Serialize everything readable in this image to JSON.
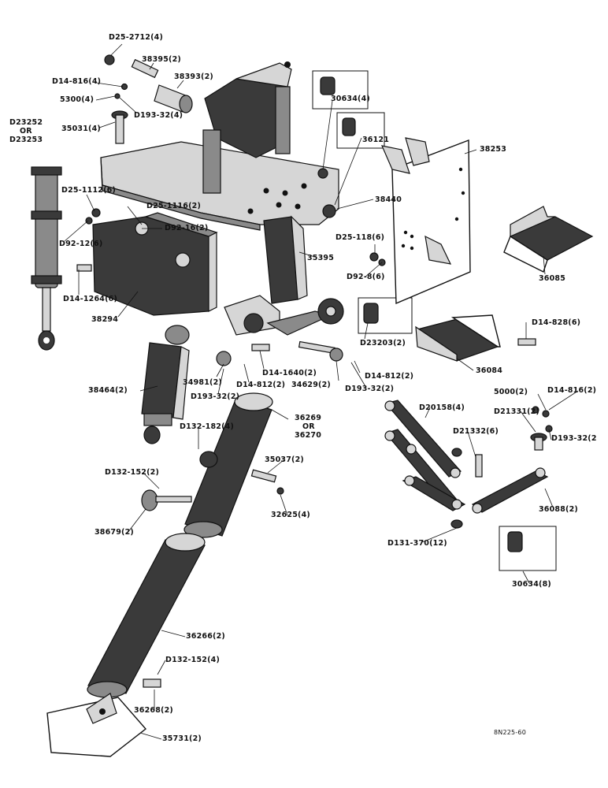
{
  "labels": {
    "d25_2712": "D25-2712(4)",
    "p38395": "38395(2)",
    "d14_816_a": "D14-816(4)",
    "p38393": "38393(2)",
    "p30634_4": "30634(4)",
    "p5300": "5300(4)",
    "d193_32_4": "D193-32(4)",
    "p35031": "35031(4)",
    "d23252": "D23252",
    "or1": "OR",
    "d23253": "D23253",
    "p36121": "36121",
    "p38253": "38253",
    "d25_1112": "D25-1112(6)",
    "d25_1116": "D25-1116(2)",
    "d92_12": "D92-12(6)",
    "d92_16": "D92-16(2)",
    "p38440": "38440",
    "d25_118": "D25-118(6)",
    "p35395": "35395",
    "d92_8": "D92-8(6)",
    "d14_1264": "D14-1264(6)",
    "p38294": "38294",
    "p36085": "36085",
    "d23203": "D23203(2)",
    "d14_828": "D14-828(6)",
    "p34981": "34981(2)",
    "d14_1640": "D14-1640(2)",
    "d14_812_a": "D14-812(2)",
    "p34629": "34629(2)",
    "d14_812_b": "D14-812(2)",
    "p36084": "36084",
    "p38464": "38464(2)",
    "d193_32_a": "D193-32(2)",
    "d193_32_b": "D193-32(2)",
    "p5000": "5000(2)",
    "d14_816_b": "D14-816(2)",
    "p36269": "36269",
    "or2": "OR",
    "p36270": "36270",
    "d20158": "D20158(4)",
    "d21331": "D21331(2)",
    "d193_32_c": "D193-32(2",
    "d132_182": "D132-182(4)",
    "d21332": "D21332(6)",
    "p35037": "35037(2)",
    "d132_152_a": "D132-152(2)",
    "p32625": "32625(4)",
    "p38679": "38679(2)",
    "p36088": "36088(2)",
    "d131_370": "D131-370(12)",
    "p30634_8": "30634(8)",
    "p36266": "36266(2)",
    "d132_152_b": "D132-152(4)",
    "p36268": "36268(2)",
    "p35731": "35731(2)",
    "drawing_no": "8N225-60"
  },
  "colors": {
    "ink": "#111111",
    "mid_gray": "#8a8a8a",
    "dark_gray": "#3a3a3a",
    "light_gray": "#d6d6d6"
  }
}
